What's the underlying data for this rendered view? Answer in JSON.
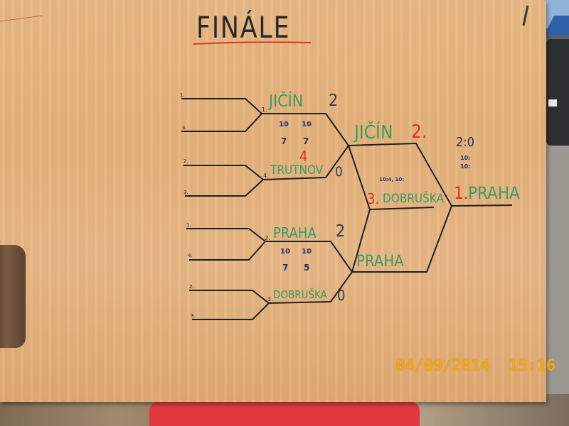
{
  "title": "FINÁLE",
  "seeds_top": [
    "1.",
    "4.",
    "2.",
    "3."
  ],
  "seeds_bottom": [
    "1.",
    "4.",
    "2.",
    "3."
  ],
  "round1": {
    "match1_winner": "JIČÍN",
    "match1_winner_score": "2",
    "match1_winner_seed": "1.",
    "match1_loser": "TRUTNOV",
    "match1_loser_score": "0",
    "match1_loser_seed": "4.",
    "match1_set_scores": [
      "10",
      "10",
      "7",
      "7"
    ],
    "match1_rank": "4",
    "match2_winner": "PRAHA",
    "match2_winner_score": "2",
    "match2_winner_seed": "2.",
    "match2_loser": "DOBRUŠKA",
    "match2_loser_score": "0",
    "match2_loser_seed": "3.",
    "match2_set_scores": [
      "10",
      "10",
      "7",
      "5"
    ]
  },
  "round2": {
    "top_team": "JIČÍN",
    "top_score": "2.",
    "bottom_team": "PRAHA",
    "middle_rank": "3.",
    "middle_team": "DOBRUŠKA",
    "middle_note": "10:4, 10:"
  },
  "final": {
    "rank": "1.",
    "winner": "PRAHA",
    "score": "2:0",
    "set1": "10:",
    "set2": "10:"
  },
  "timestamp": "04/09/2014  15:16",
  "colors": {
    "ink": "#1f1f1f",
    "green": "#3b9a63",
    "red": "#e0321f",
    "blue": "#27306b",
    "wood": "#e5b47f"
  }
}
